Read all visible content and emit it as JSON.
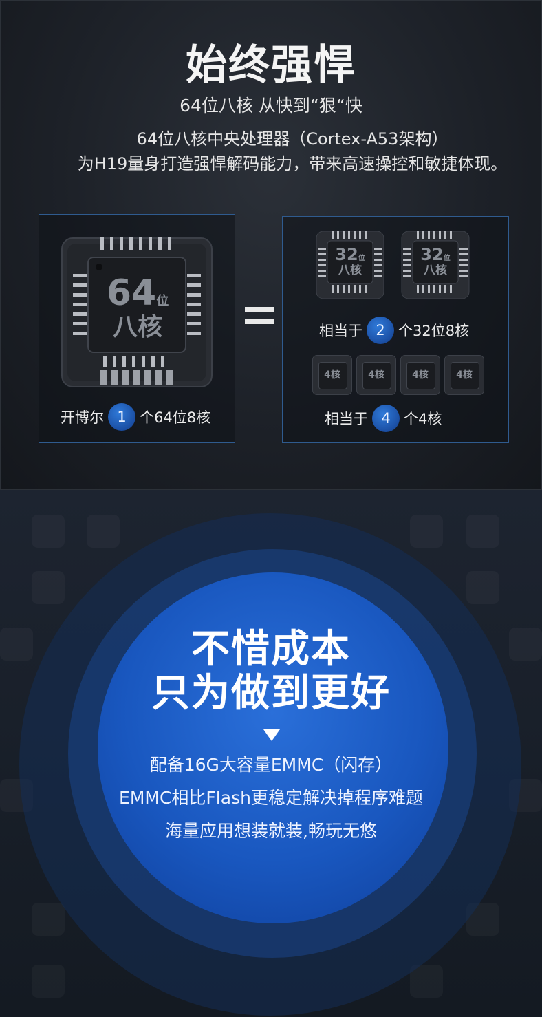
{
  "top": {
    "headline": "始终强悍",
    "subline": "64位八核 从快到“狠“快",
    "desc_line1": "64位八核中央处理器（Cortex-A53架构）",
    "desc_line2": "为H19量身打造强悍解码能力，带来高速操控和敏捷体现。",
    "left_chip": {
      "big": "64",
      "small": "位",
      "label": "八核"
    },
    "left_caption": {
      "before": "开博尔",
      "count": "1",
      "after": "个64位8核"
    },
    "right_chip": {
      "big": "32",
      "small": "位",
      "label": "八核"
    },
    "right_caption_1": {
      "before": "相当于",
      "count": "2",
      "after": "个32位8核"
    },
    "small_chip_label": "4核",
    "right_caption_2": {
      "before": "相当于",
      "count": "4",
      "after": "个4核"
    }
  },
  "bottom": {
    "title_line1": "不惜成本",
    "title_line2": "只为做到更好",
    "feature_1": "配备16G大容量EMMC（闪存）",
    "feature_2": "EMMC相比Flash更稳定解决掉程序难题",
    "feature_3": "海量应用想装就装,畅玩无悠"
  },
  "colors": {
    "accent_blue": "#1b4fa4",
    "panel_border": "#2f5b8f",
    "circle_blue": "#1957bf"
  }
}
